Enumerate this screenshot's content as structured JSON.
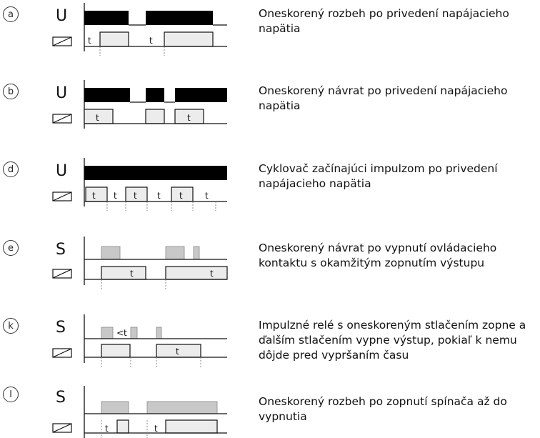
{
  "rows": [
    {
      "letter": "a",
      "signal": "U",
      "description": "Oneskorený rozbeh po privedení napájacieho napätia"
    },
    {
      "letter": "b",
      "signal": "U",
      "description": "Oneskorený návrat po privedení napájacieho napätia"
    },
    {
      "letter": "d",
      "signal": "U",
      "description": "Cyklovač začínajúci impulzom po privedení napájacieho napätia"
    },
    {
      "letter": "e",
      "signal": "S",
      "description": "Oneskorený návrat po vypnutí ovládacieho kontaktu s okamžitým zopnutím výstupu"
    },
    {
      "letter": "k",
      "signal": "S",
      "description": "Impulzné relé s oneskoreným stlačením zopne a ďalším stlačením vypne výstup, pokiaľ k nemu dôjde pred vypršaním času"
    },
    {
      "letter": "l",
      "signal": "S",
      "description": "Oneskorený rozbeh po zopnutí spínača až do vypnutia"
    }
  ],
  "labels": {
    "t": "t",
    "lt": "<t"
  },
  "colors": {
    "black": "#000000",
    "gray": "#c8c8c8",
    "light": "#ececec",
    "line": "#111111"
  }
}
